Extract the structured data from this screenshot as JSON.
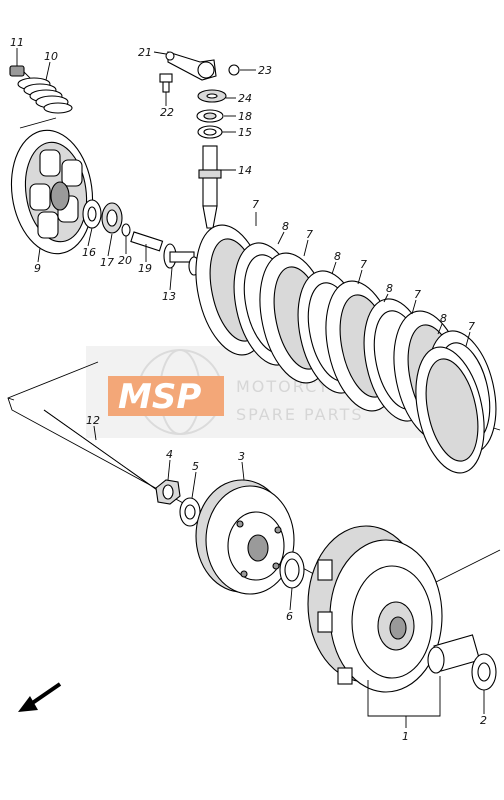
{
  "diagram": {
    "callouts": {
      "c1": "1",
      "c2": "2",
      "c3": "3",
      "c4": "4",
      "c5": "5",
      "c6": "6",
      "c7": "7",
      "c8": "8",
      "c9": "9",
      "c10": "10",
      "c11": "11",
      "c12": "12",
      "c13": "13",
      "c14": "14",
      "c15": "15",
      "c16": "16",
      "c17": "17",
      "c18": "18",
      "c19": "19",
      "c20": "20",
      "c21": "21",
      "c22": "22",
      "c23": "23",
      "c24": "24"
    },
    "watermark": {
      "brand": "MSP",
      "line1": "MOTORCYCLE",
      "line2": "SPARE PARTS"
    },
    "colors": {
      "line": "#000000",
      "watermark_orange": "#f08a4b",
      "watermark_gray": "#c9c9c9"
    },
    "icons": {
      "direction": "arrow-icon"
    }
  }
}
